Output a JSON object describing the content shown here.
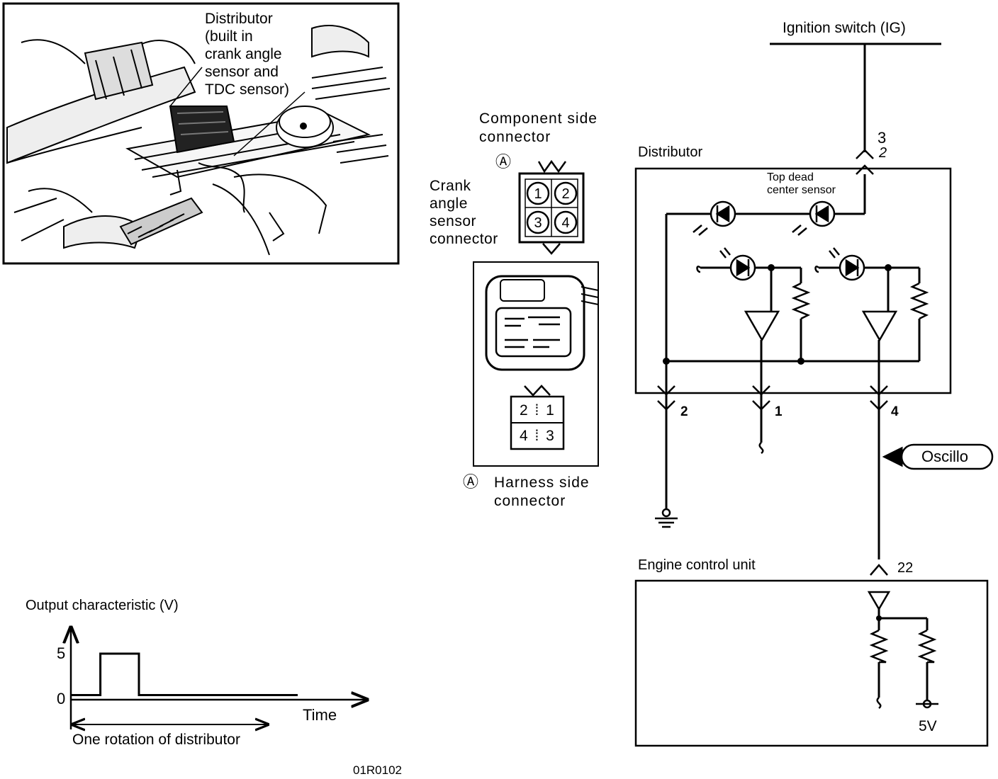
{
  "photo": {
    "callout": "Distributor\n(built in\ncrank angle\nsensor and\nTDC sensor)"
  },
  "connector": {
    "component_side_label": "Component side\nconnector",
    "marker": "Ⓐ",
    "crank_angle_label": "Crank\nangle\nsensor\nconnector",
    "component_pins": [
      "1",
      "2",
      "3",
      "4"
    ],
    "harness_pins_row1": "2 ⁞ 1",
    "harness_pins_row2": "4 ⁞ 3",
    "harness_side_label": "Harness side\nconnector"
  },
  "circuit": {
    "ignition_switch": "Ignition switch (IG)",
    "distributor": "Distributor",
    "tdc_sensor": "Top dead\ncenter sensor",
    "terminal_top_3": "3",
    "terminal_top_2": "2",
    "terminal_2": "2",
    "terminal_1": "1",
    "terminal_4": "4",
    "oscillo": "Oscillo",
    "ecu": "Engine control unit",
    "terminal_22": "22",
    "supply": "5V"
  },
  "waveform": {
    "title": "Output characteristic (V)",
    "y_ticks": [
      "5",
      "0"
    ],
    "x_label": "Time",
    "span_label": "One rotation of distributor",
    "signal": [
      {
        "t": 0.0,
        "v": 0.5
      },
      {
        "t": 0.13,
        "v": 0.5
      },
      {
        "t": 0.13,
        "v": 5
      },
      {
        "t": 0.3,
        "v": 5
      },
      {
        "t": 0.3,
        "v": 0.5
      },
      {
        "t": 1.0,
        "v": 0.5
      }
    ]
  },
  "figure_code": "01R0102"
}
